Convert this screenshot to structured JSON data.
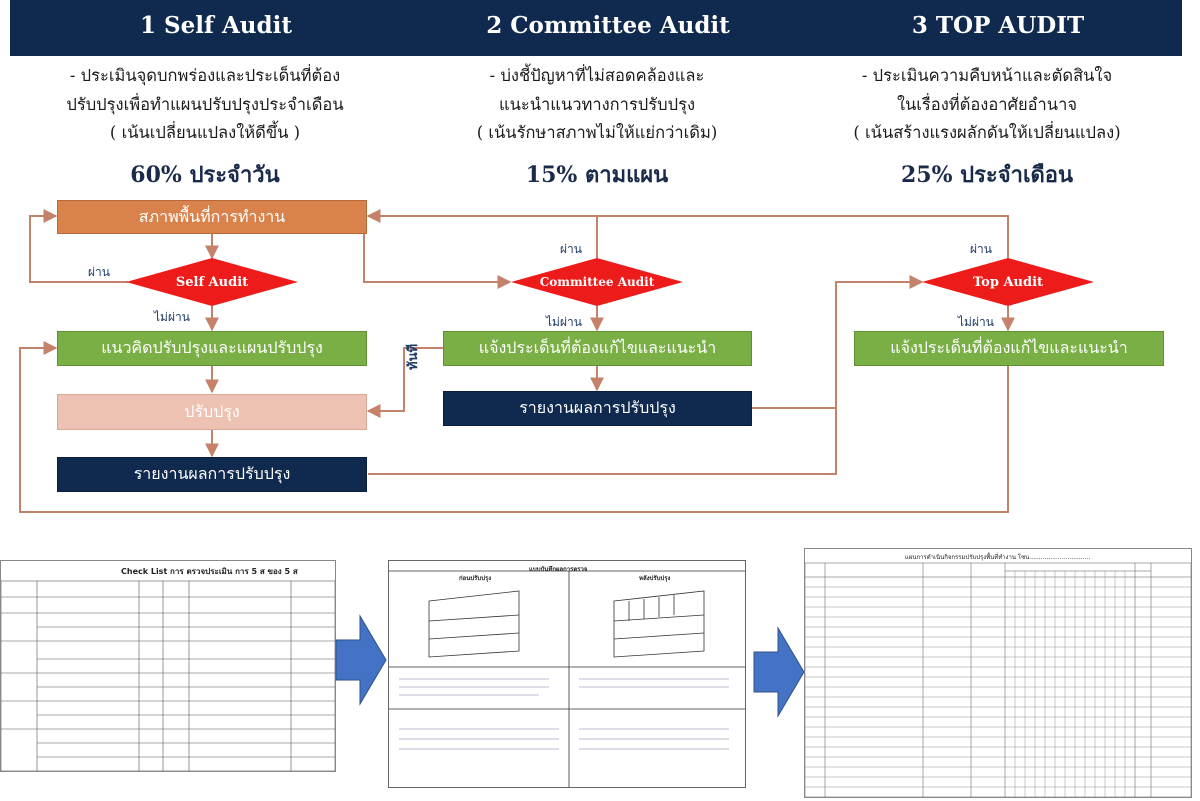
{
  "header": {
    "col1_title": "1 Self Audit",
    "col2_title": "2 Committee Audit",
    "col3_title": "3 TOP AUDIT"
  },
  "columns": [
    {
      "lines": [
        "- ประเมินจุดบกพร่องและประเด็นที่ต้อง",
        "ปรับปรุงเพื่อทำแผนปรับปรุงประจำเดือน",
        "( เน้นเปลี่ยนแปลงให้ดีขึ้น )"
      ],
      "percent": "60% ประจำวัน"
    },
    {
      "lines": [
        "-        บ่งชี้ปัญหาที่ไม่สอดคล้องและ",
        "แนะนำแนวทางการปรับปรุง",
        "( เน้นรักษาสภาพไม่ให้แย่กว่าเดิม)"
      ],
      "percent": "15% ตามแผน"
    },
    {
      "lines": [
        "-        ประเมินความคืบหน้าและตัดสินใจ",
        "ในเรื่องที่ต้องอาศัยอำนาจ",
        "( เน้นสร้างแรงผลักดันให้เปลี่ยนแปลง)"
      ],
      "percent": "25% ประจำเดือน"
    }
  ],
  "flow": {
    "workplace": "สภาพพื้นที่การทำงาน",
    "self_audit": "Self Audit",
    "committee_audit": "Committee Audit",
    "top_audit": "Top Audit",
    "improve_plan": "แนวคิดปรับปรุงและแผนปรับปรุง",
    "improve": "ปรับปรุง",
    "report1": "รายงานผลการปรับปรุง",
    "issue_committee": "แจ้งประเด็นที่ต้องแก้ไขและแนะนำ",
    "report2": "รายงานผลการปรับปรุง",
    "issue_top": "แจ้งประเด็นที่ต้องแก้ไขและแนะนำ",
    "pass": "ผ่าน",
    "fail": "ไม่ผ่าน",
    "immediate": "ทันที"
  },
  "thumbnails": {
    "checklist_title": "Check List การ ตรวจประเมิน การ 5 ส ของ 5 ส",
    "form_title": "แบบบันทึกผลการตรวจ",
    "form_left": "ก่อนปรับปรุง",
    "form_right": "หลังปรับปรุง",
    "plan_title": "แผนการดำเนินกิจกรรมปรับปรุงพื้นที่ทำงาน  โซน................................"
  },
  "colors": {
    "header": "#10294f",
    "orange": "#d9824b",
    "green": "#7aaf45",
    "pink": "#eec2b2",
    "navy": "#10294f",
    "diamond": "#ee1b1b",
    "line": "#c4826a",
    "arrow": "#4472c4"
  }
}
